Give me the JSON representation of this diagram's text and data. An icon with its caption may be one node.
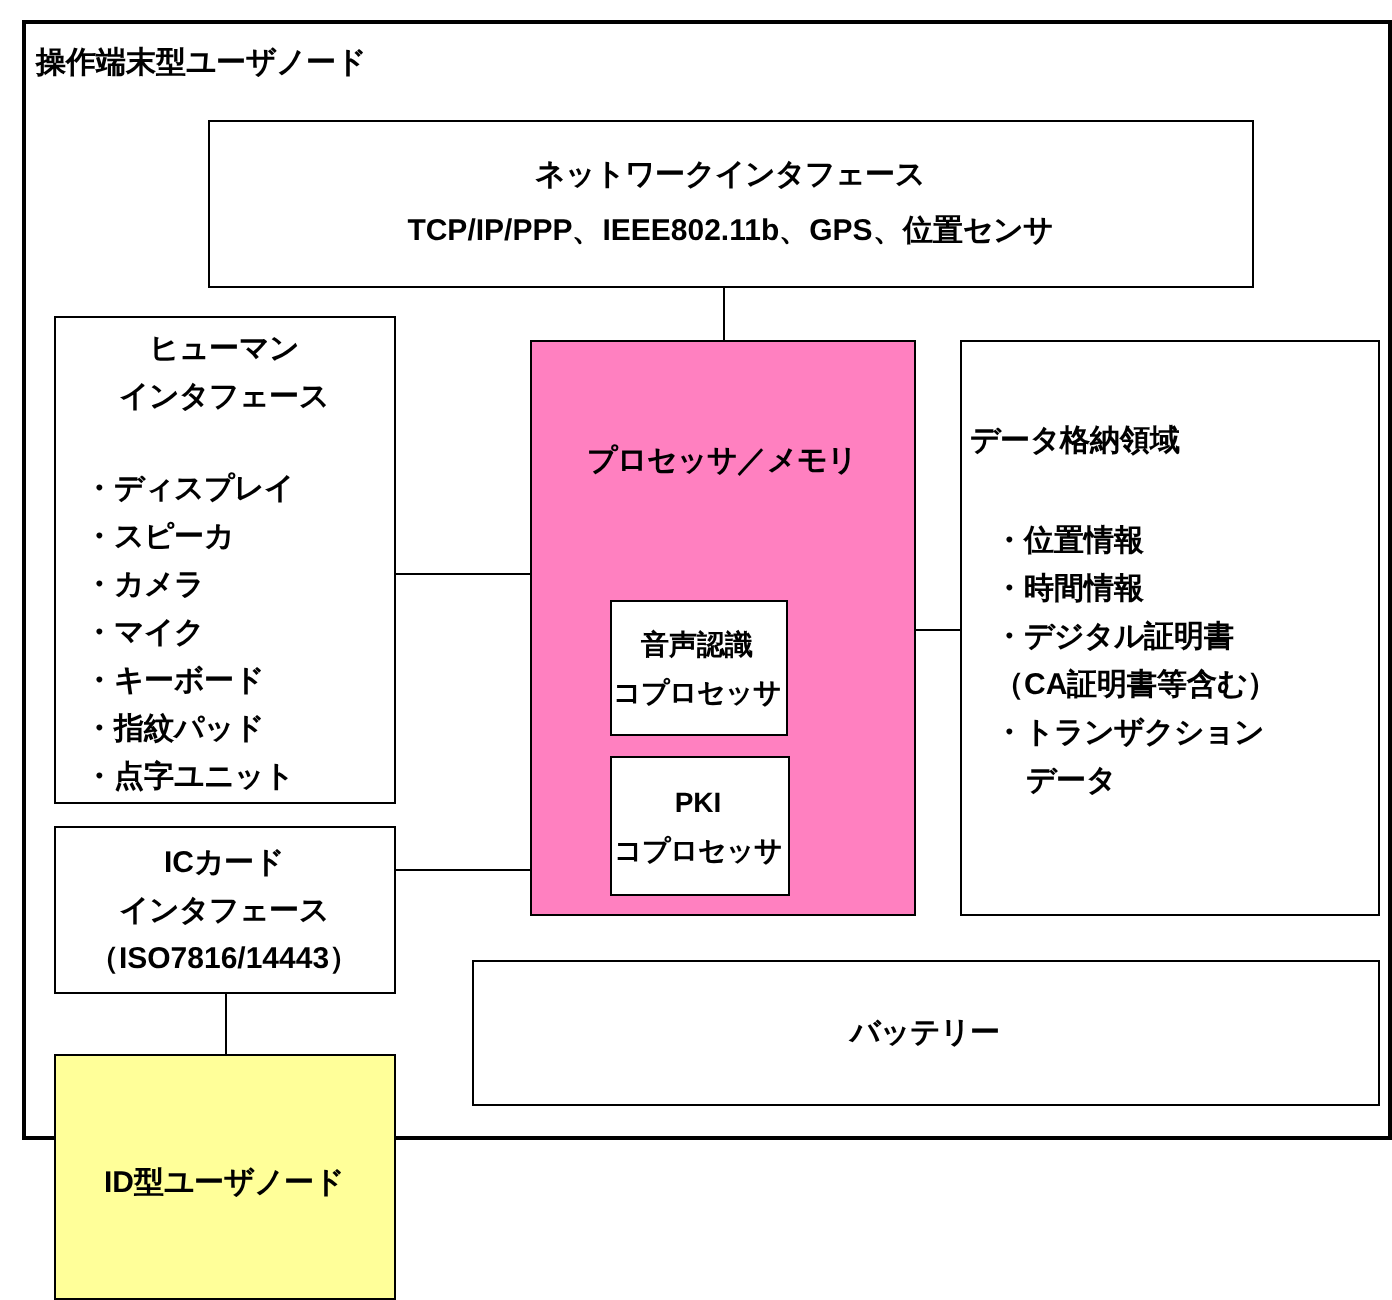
{
  "diagram": {
    "nodes": [
      {
        "text": [
          "操作端末型ユーザノード"
        ]
      },
      {
        "text": [
          "ネットワークインタフェース",
          "TCP/IP/PPP、IEEE802.11b、GPS、位置センサ"
        ],
        "in": 0
      },
      {
        "text": [
          "ヒューマンインタフェース",
          "・ディスプレイ",
          "・スピーカ",
          "・カメラ",
          "・マイク",
          "・キーボード",
          "・指紋パッド",
          "・点字ユニット"
        ],
        "in": 0
      },
      {
        "text": [
          "プロセッサ／メモリ"
        ],
        "in": 0
      },
      {
        "text": [
          "音声認識コプロセッサ"
        ],
        "in": 3
      },
      {
        "text": [
          "PKIコプロセッサ"
        ],
        "in": 3
      },
      {
        "text": [
          "データ格納領域",
          "・位置情報",
          "・時間情報",
          "・デジタル証明書（CA証明書等含む）",
          "・トランザクションデータ"
        ],
        "in": 0
      },
      {
        "text": [
          "ICカードインタフェース（ISO7816/14443）"
        ],
        "in": 0
      },
      {
        "text": [
          "バッテリー"
        ],
        "in": 0
      },
      {
        "text": [
          "ID型ユーザノード"
        ]
      }
    ],
    "edges": [
      {
        "from": 1,
        "to": 3,
        "arrow": "none"
      },
      {
        "from": 2,
        "to": 3,
        "arrow": "none"
      },
      {
        "from": 7,
        "to": 3,
        "arrow": "none"
      },
      {
        "from": 3,
        "to": 6,
        "arrow": "none"
      },
      {
        "from": 7,
        "to": 9,
        "arrow": "none"
      }
    ]
  }
}
